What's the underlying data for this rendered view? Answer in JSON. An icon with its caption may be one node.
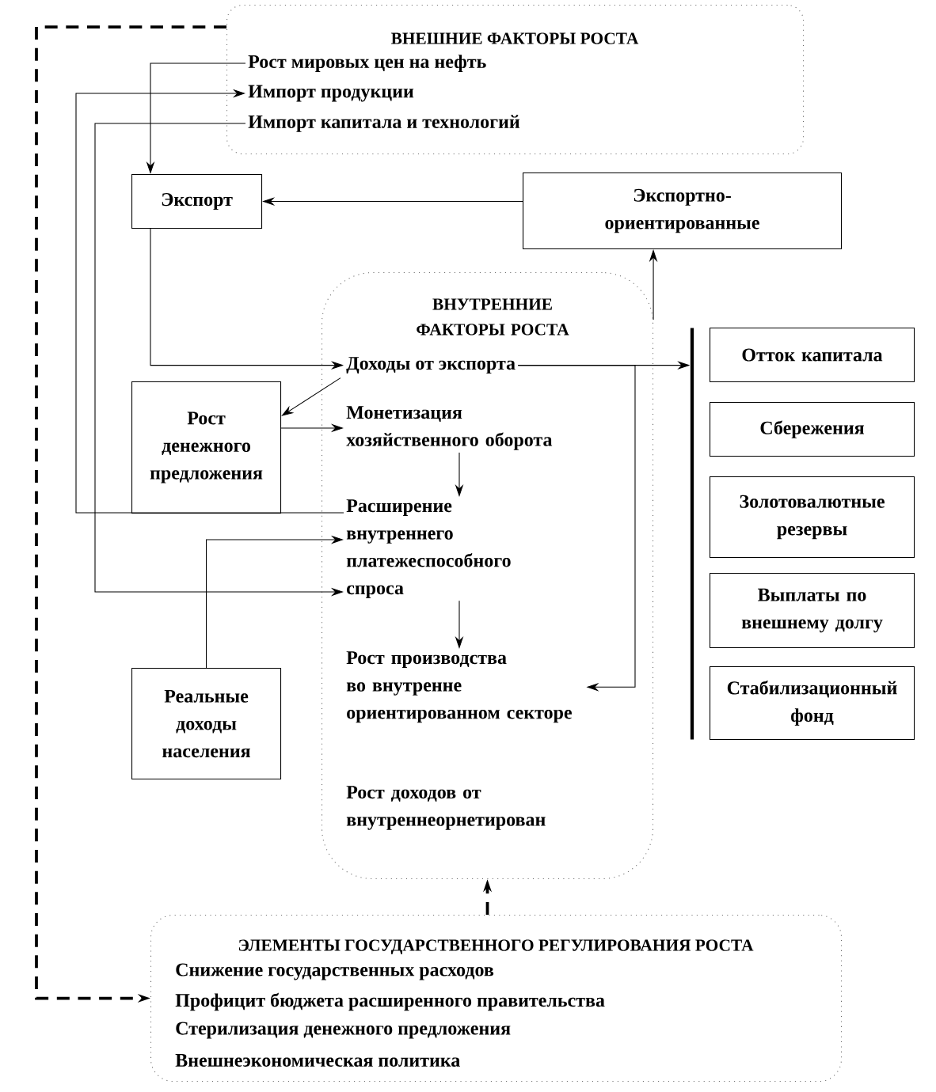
{
  "diagram": {
    "nodes": [
      {
        "text": [
          "ВНЕШНИЕ ФАКТОРЫ РОСТА"
        ]
      },
      {
        "text": [
          "Рост мировых цен на нефть"
        ],
        "in": 0
      },
      {
        "text": [
          "Импорт продукции"
        ],
        "in": 0
      },
      {
        "text": [
          "Импорт капитала и технологий"
        ],
        "in": 0
      },
      {
        "text": [
          "Экспорт"
        ]
      },
      {
        "text": [
          "Экспортно-ориентированные"
        ]
      },
      {
        "text": [
          "ВНУТРЕННИЕ ФАКТОРЫ РОСТА"
        ]
      },
      {
        "text": [
          "Доходы от экспорта"
        ],
        "in": 6
      },
      {
        "text": [
          "Монетизация хозяйственного оборота"
        ],
        "in": 6
      },
      {
        "text": [
          "Расширение внутреннего платежеспособного спроса"
        ],
        "in": 6
      },
      {
        "text": [
          "Рост производства во внутренне ориентированном секторе"
        ],
        "in": 6
      },
      {
        "text": [
          "Рост доходов от внутреннеорнетирован"
        ],
        "in": 6
      },
      {
        "text": [
          "Рост денежного предложения"
        ]
      },
      {
        "text": [
          "Реальные доходы населения"
        ]
      },
      {
        "text": [
          "Отток капитала"
        ]
      },
      {
        "text": [
          "Сбережения"
        ]
      },
      {
        "text": [
          "Золотовалютные резервы"
        ]
      },
      {
        "text": [
          "Выплаты по внешнему долгу"
        ]
      },
      {
        "text": [
          "Стабилизационный фонд"
        ]
      },
      {
        "text": [],
        "shape": "bar"
      },
      {
        "text": [
          "ЭЛЕМЕНТЫ ГОСУДАРСТВЕННОГО РЕГУЛИРОВАНИЯ РОСТА",
          "Снижение государственных расходов",
          "Профицит бюджета расширенного правительства",
          "Стерилизация денежного предложения",
          "Внешнеэкономическая политика"
        ]
      }
    ],
    "edges": [
      {
        "from": 1,
        "to": 4,
        "arrow": "to"
      },
      {
        "from": 5,
        "to": 4,
        "arrow": "to"
      },
      {
        "from": 4,
        "to": 7,
        "arrow": "to"
      },
      {
        "from": 7,
        "to": 12,
        "arrow": "to"
      },
      {
        "from": 12,
        "to": 8,
        "arrow": "to"
      },
      {
        "from": 8,
        "to": 9,
        "arrow": "to"
      },
      {
        "from": 9,
        "to": 10,
        "arrow": "to"
      },
      {
        "from": 7,
        "to": 10,
        "arrow": "to"
      },
      {
        "from": 6,
        "to": 5,
        "arrow": "to"
      },
      {
        "from": 7,
        "to": 19,
        "arrow": "to"
      },
      {
        "from": 9,
        "to": 2,
        "arrow": "to"
      },
      {
        "from": 3,
        "to": 9,
        "arrow": "to"
      },
      {
        "from": 13,
        "to": 9,
        "arrow": "to"
      },
      {
        "from": 0,
        "to": 20,
        "arrow": "to",
        "style": "dashed"
      },
      {
        "from": 20,
        "to": 6,
        "arrow": "to",
        "style": "dashed"
      }
    ]
  }
}
